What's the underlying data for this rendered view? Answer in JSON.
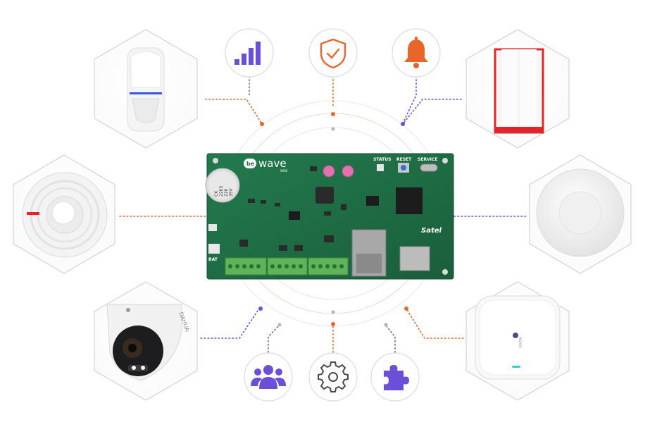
{
  "board": {
    "brand_prefix": "be",
    "brand_name": "wave",
    "brand_sub": "WIRE",
    "manufacturer": "Satel",
    "labels": {
      "status": "STATUS",
      "reset": "RESET",
      "service": "SERVICE",
      "bat": "BAT"
    },
    "capacitor_text": [
      "CK",
      "2205",
      "220",
      "35V"
    ]
  },
  "devices": [
    {
      "name": "motion-detector"
    },
    {
      "name": "smoke-detector"
    },
    {
      "name": "dome-camera",
      "brand_text": "DAHUA"
    },
    {
      "name": "outdoor-siren"
    },
    {
      "name": "ceiling-sensor"
    },
    {
      "name": "wave-access-point",
      "brand_text": "wave"
    }
  ],
  "features": [
    {
      "icon": "signal-bars-icon"
    },
    {
      "icon": "shield-check-icon"
    },
    {
      "icon": "bell-icon"
    },
    {
      "icon": "users-icon"
    },
    {
      "icon": "gear-icon"
    },
    {
      "icon": "puzzle-icon"
    }
  ],
  "colors": {
    "orange": "#e8662a",
    "purple": "#6b4fd8",
    "board_green": "#1f6e45",
    "siren_red": "#e0262a"
  }
}
